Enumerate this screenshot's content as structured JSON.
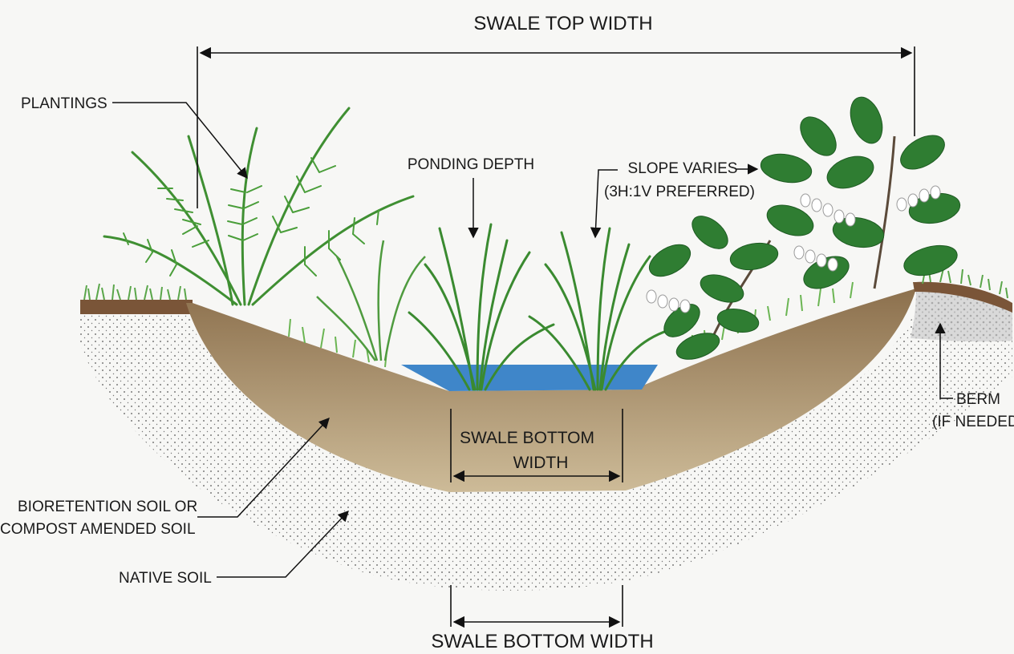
{
  "labels": {
    "top_width": "SWALE TOP WIDTH",
    "plantings": "PLANTINGS",
    "ponding_depth": "PONDING DEPTH",
    "slope_line1": "SLOPE VARIES",
    "slope_line2": "(3H:1V PREFERRED)",
    "berm_line1": "BERM",
    "berm_line2": "(IF NEEDED)",
    "inner_bottom_line1": "SWALE BOTTOM",
    "inner_bottom_line2": "WIDTH",
    "bio_line1": "BIORETENTION SOIL OR",
    "bio_line2": "COMPOST AMENDED SOIL",
    "native_soil": "NATIVE SOIL",
    "bottom_width": "SWALE BOTTOM WIDTH"
  },
  "colors": {
    "background": "#f7f7f5",
    "bioretention_soil": "#a88b62",
    "native_soil_dots": "#555555",
    "water": "#3f86c9",
    "grass": "#5aa64a",
    "fern": "#3f8f32",
    "leaf": "#2f7d32",
    "flower": "#ffffff",
    "berm_gravel": "#c9c9c9",
    "topsoil_edge": "#7a5538"
  },
  "icons": {
    "fern": "fern-icon",
    "sedge": "sedge-grass-icon",
    "shrub": "flowering-shrub-icon",
    "water": "ponding-water-icon"
  }
}
